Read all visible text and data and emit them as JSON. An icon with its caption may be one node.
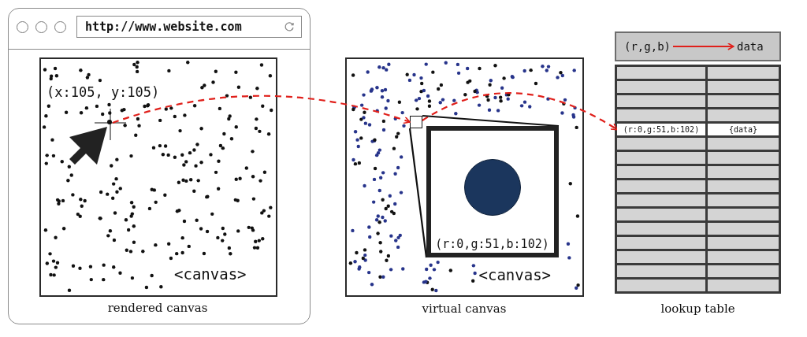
{
  "diagram": {
    "nodes": [
      {
        "text": [
          "http://www.website.com"
        ]
      },
      {
        "text": [
          "(x:105, y:105)",
          "<canvas>",
          "rendered canvas"
        ],
        "in": 0
      },
      {
        "text": [],
        "shape": "circle",
        "in": 1
      },
      {
        "text": [
          "<canvas>",
          "virtual canvas"
        ]
      },
      {
        "text": [],
        "shape": "box",
        "in": 3
      },
      {
        "text": [
          "(r:0,g:51,b:102)"
        ],
        "in": 3
      },
      {
        "text": [],
        "shape": "circle",
        "in": 5
      },
      {
        "text": [
          "lookup table"
        ]
      },
      {
        "text": [],
        "shape": "box"
      },
      {
        "text": [
          "(r,g,b)"
        ],
        "in": 8
      },
      {
        "text": [
          "data"
        ],
        "in": 8
      },
      {
        "text": [
          "(r:0,g:51,b:102)"
        ],
        "in": 7
      },
      {
        "text": [
          "{data}"
        ],
        "in": 7
      }
    ],
    "edges": [
      {
        "from": 2,
        "to": 4,
        "arrow": "to",
        "style": "dashed"
      },
      {
        "from": 4,
        "to": 11,
        "arrow": "to",
        "style": "dashed"
      },
      {
        "from": 9,
        "to": 10,
        "arrow": "to"
      },
      {
        "from": 4,
        "to": 5,
        "arrow": "none",
        "color": "#111111"
      },
      {
        "from": 4,
        "to": 5,
        "arrow": "none",
        "color": "#111111"
      }
    ]
  }
}
